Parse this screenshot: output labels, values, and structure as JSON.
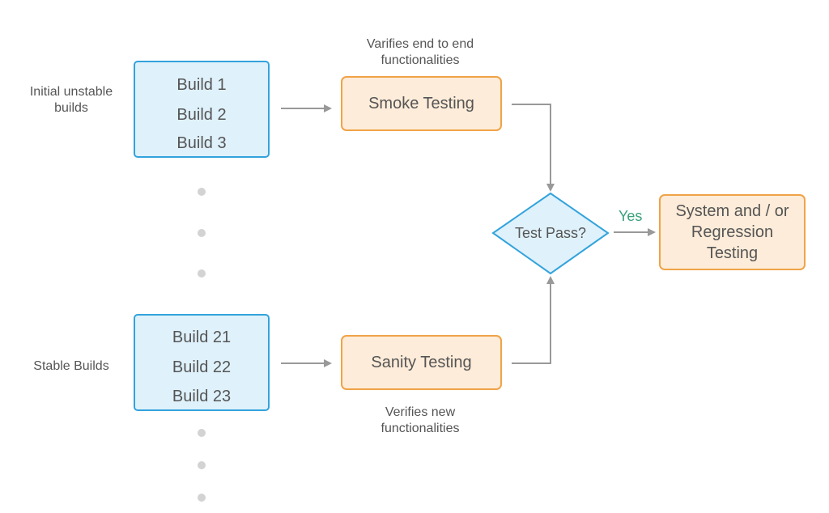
{
  "labels": {
    "initial": "Initial unstable\nbuilds",
    "stable": "Stable Builds"
  },
  "build_groups": [
    {
      "items": [
        "Build 1",
        "Build 2",
        "Build 3"
      ]
    },
    {
      "items": [
        "Build 21",
        "Build 22",
        "Build 23"
      ]
    }
  ],
  "processes": {
    "smoke": "Smoke Testing",
    "sanity": "Sanity Testing",
    "system": "System and / or\nRegression\nTesting"
  },
  "notes": {
    "smoke": "Varifies end to end\nfunctionalities",
    "sanity": "Verifies new\nfunctionalities"
  },
  "decision": {
    "text": "Test Pass?",
    "yes_label": "Yes"
  },
  "colors": {
    "build_fill": "#dff1fb",
    "build_border": "#33a3dc",
    "process_fill": "#fdecd9",
    "process_border": "#f0a347",
    "connector": "#999999",
    "dots": "#d3d3d3",
    "yes": "#3aa07a"
  }
}
